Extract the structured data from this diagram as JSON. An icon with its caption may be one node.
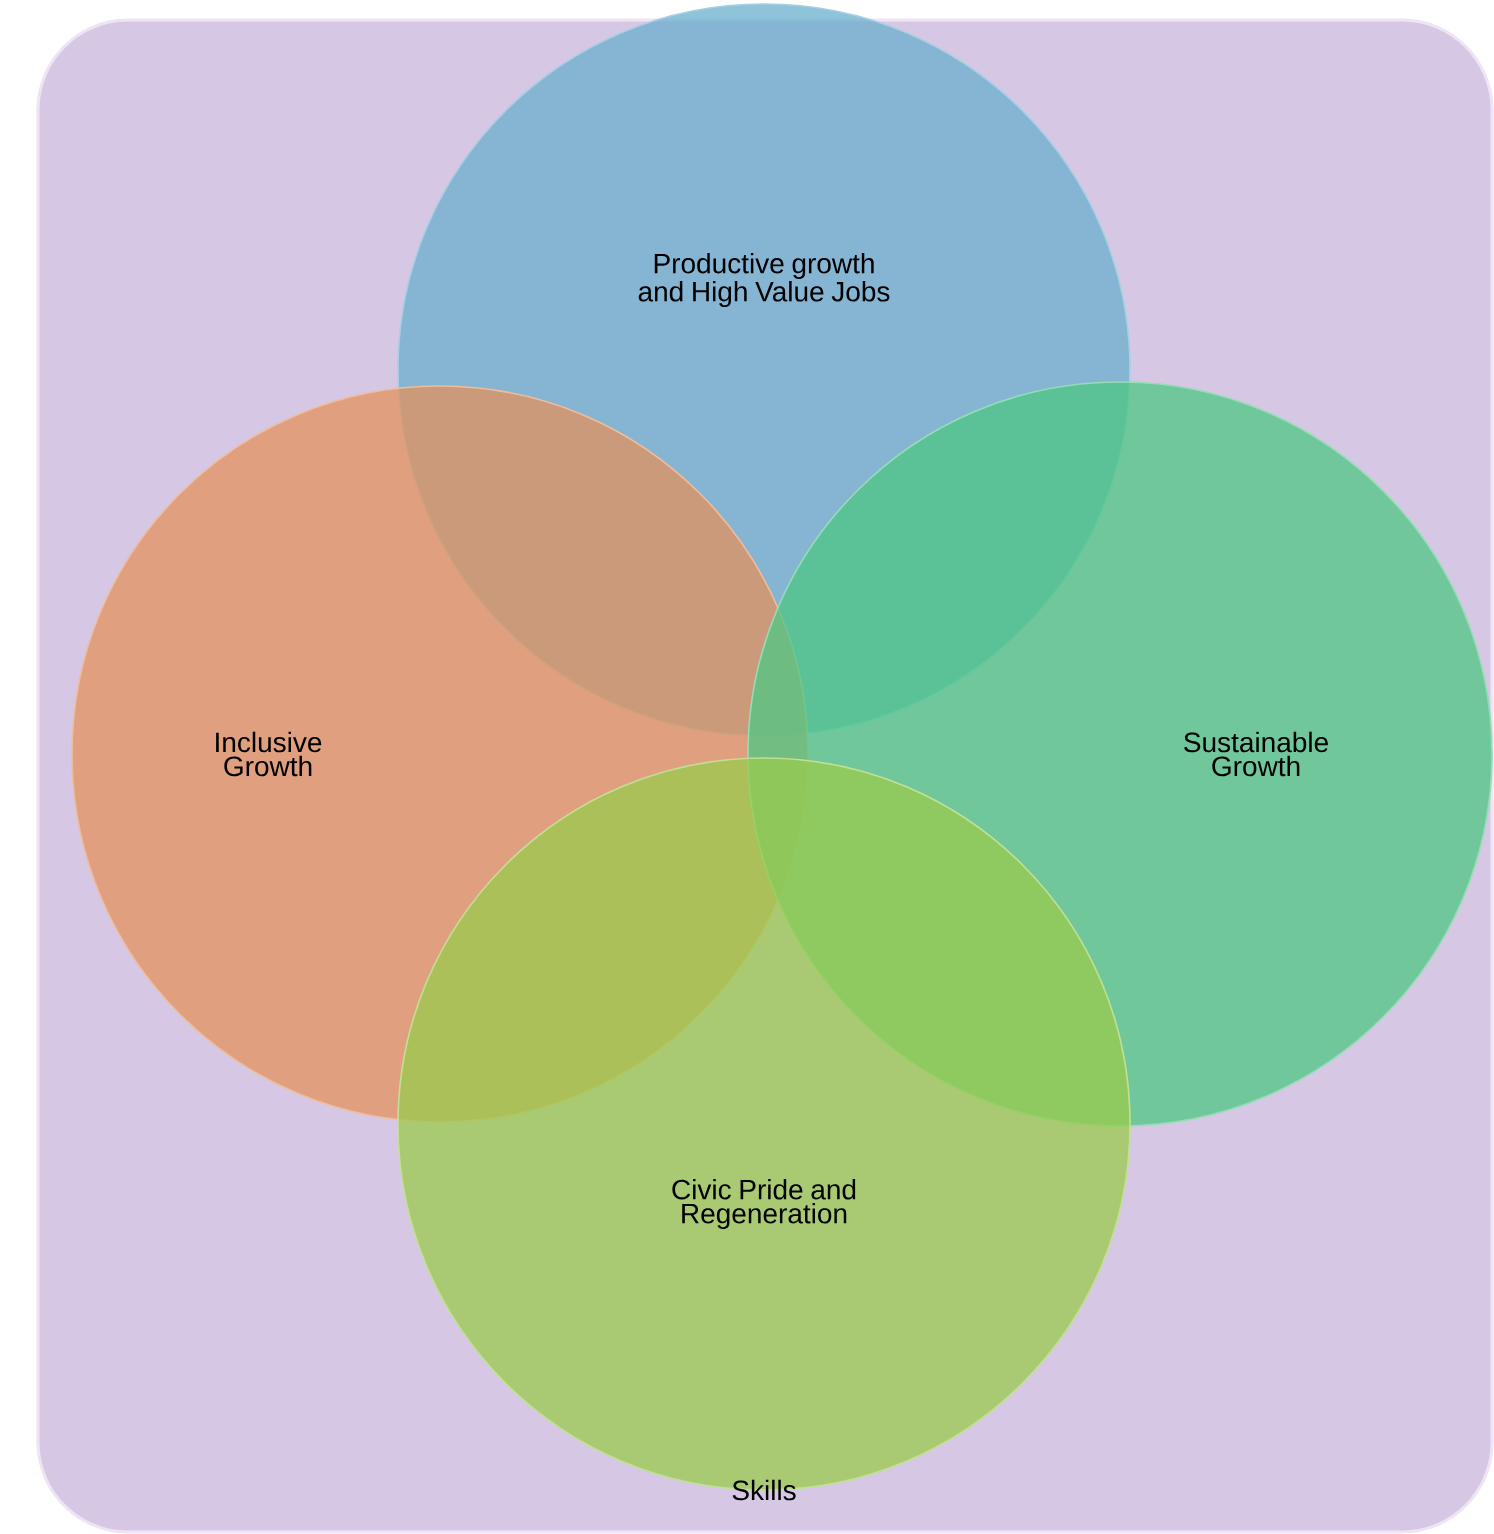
{
  "diagram": {
    "nodes": [
      {
        "text": [
          "Skills"
        ]
      },
      {
        "text": [
          "Productive growth and High Value Jobs"
        ],
        "in": 0
      },
      {
        "text": [
          "Inclusive Growth"
        ],
        "in": 0
      },
      {
        "text": [
          "Sustainable Growth"
        ],
        "in": 0
      },
      {
        "text": [
          "Civic Pride and Regeneration"
        ],
        "in": 0
      }
    ]
  }
}
